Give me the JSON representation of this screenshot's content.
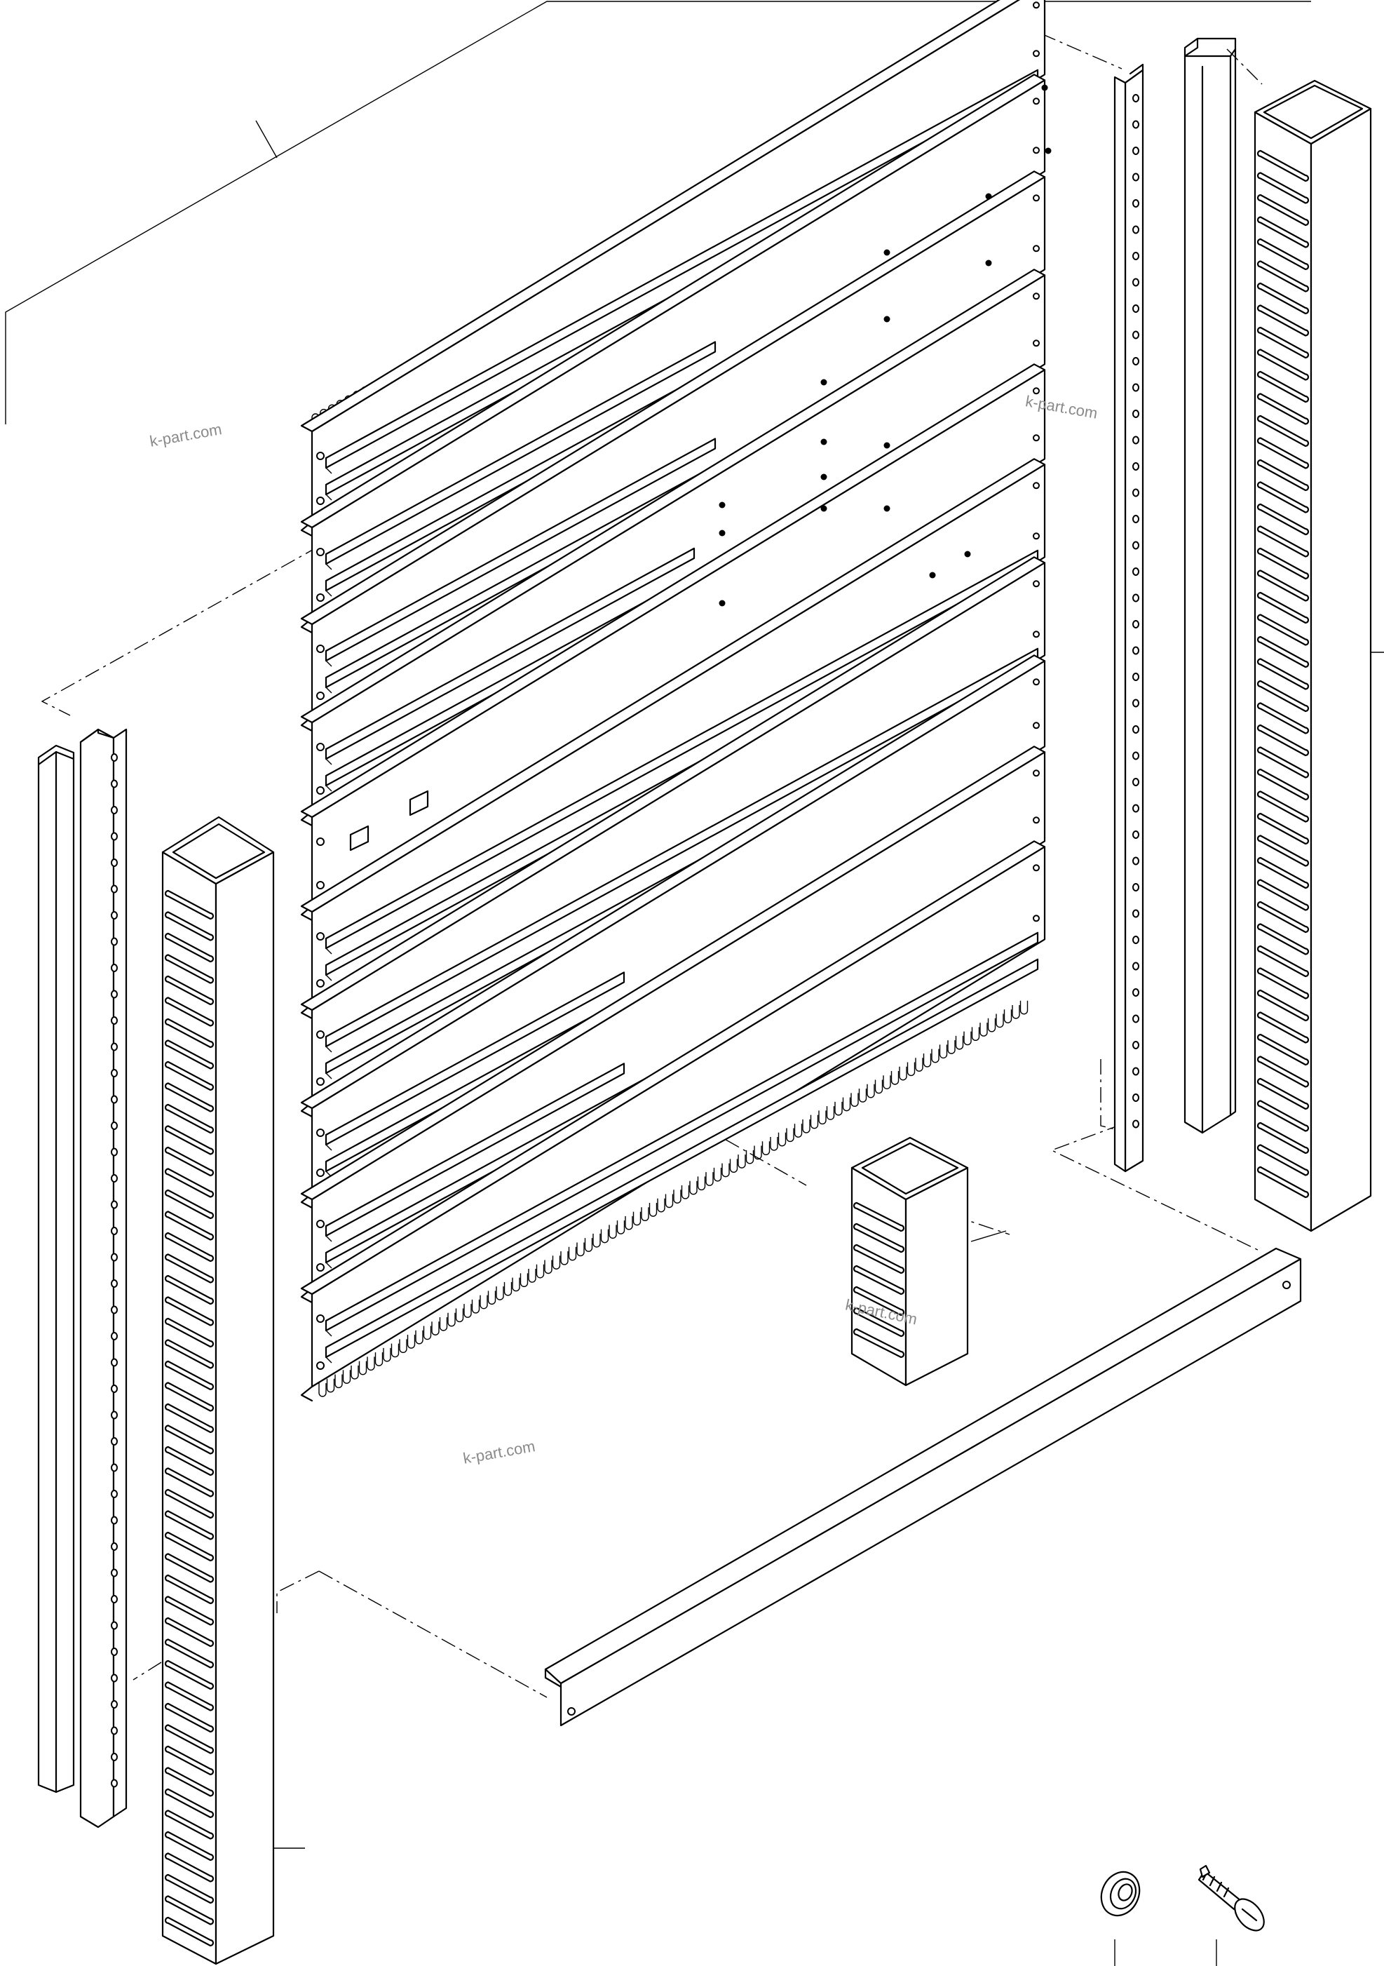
{
  "watermarks": [
    {
      "id": "wm-1",
      "text": "k-part.com"
    },
    {
      "id": "wm-2",
      "text": "k-part.com"
    },
    {
      "id": "wm-3",
      "text": "k-part.com"
    },
    {
      "id": "wm-4",
      "text": "k-part.com"
    }
  ],
  "parts": [
    "wiring-panel-with-combs",
    "right-mounting-rail",
    "right-angle-strip",
    "right-slotted-duct",
    "left-angle-strip",
    "left-mounting-rail",
    "left-slotted-duct",
    "short-slotted-duct",
    "bottom-angle-rail",
    "grommet-washer",
    "self-tapping-screw"
  ],
  "colors": {
    "line": "#000000",
    "background": "#ffffff",
    "watermark": "#8a8a8a"
  }
}
